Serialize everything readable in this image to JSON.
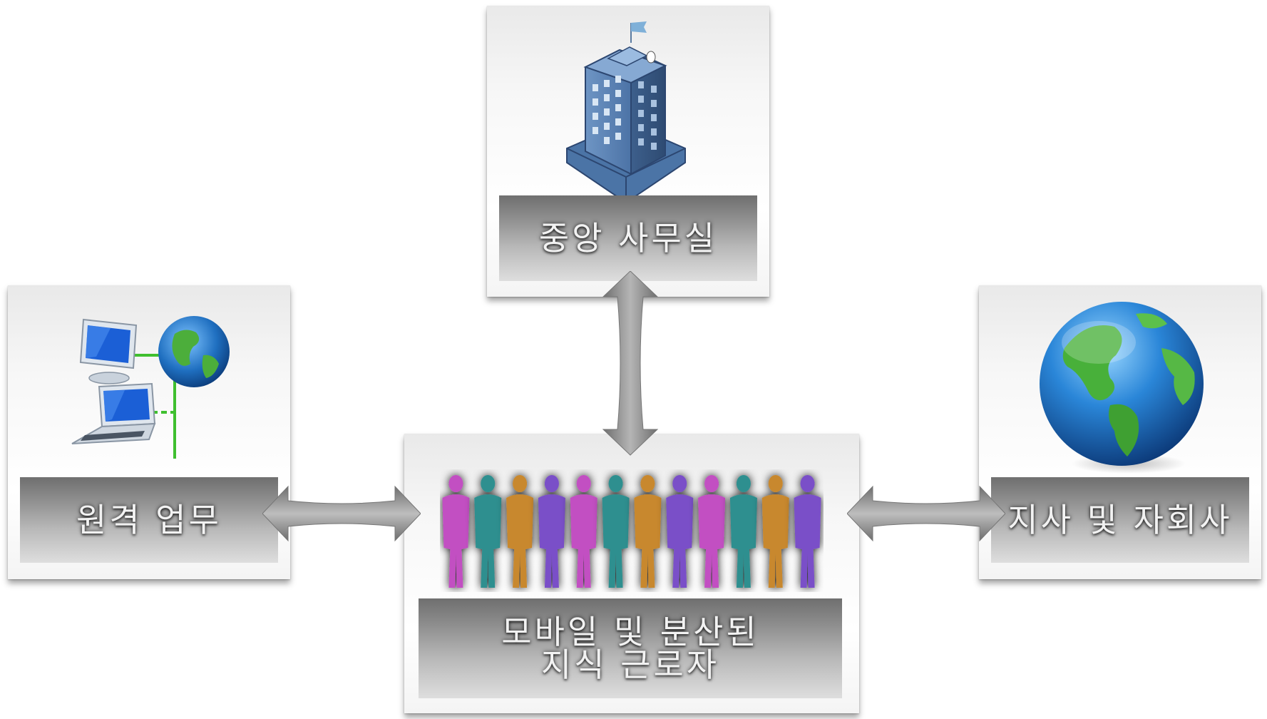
{
  "top": {
    "label": "중앙 사무실",
    "icon": "office-building-icon"
  },
  "left": {
    "label": "원격 업무",
    "icon": "remote-network-icon"
  },
  "right": {
    "label": "지사 및 자회사",
    "icon": "globe-icon"
  },
  "center": {
    "label_line1": "모바일 및 분산된",
    "label_line2": "지식 근로자",
    "icon": "people-silhouettes-icon",
    "people_colors": [
      "#c24fc2",
      "#2f8f8f",
      "#c8882e",
      "#7a4fc8",
      "#c24fc2",
      "#2f8f8f",
      "#c8882e",
      "#7a4fc8",
      "#c24fc2",
      "#2f8f8f",
      "#c8882e",
      "#7a4fc8"
    ]
  },
  "colors": {
    "label_text": "#f2f2f2",
    "arrow": "#8a8a8a",
    "building": "#4f79ad"
  }
}
